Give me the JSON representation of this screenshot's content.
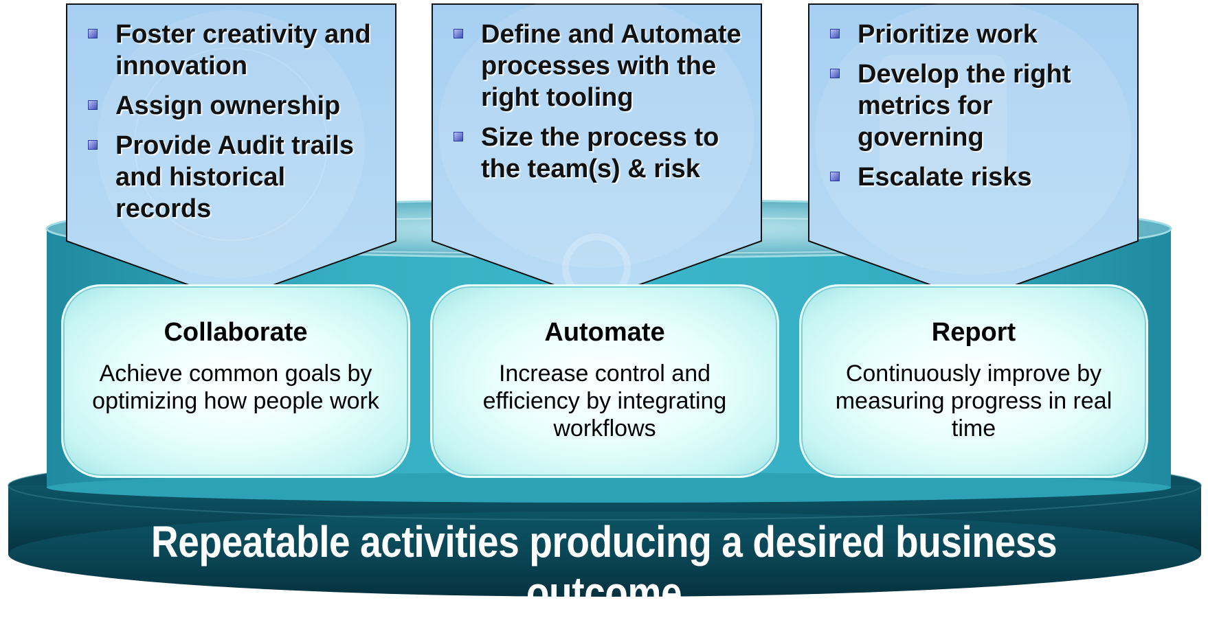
{
  "arrows": [
    {
      "items": [
        "Foster creativity and innovation",
        "Assign ownership",
        "Provide Audit trails and historical records"
      ]
    },
    {
      "items": [
        "Define and Automate processes with the right tooling",
        "Size the process to the team(s) & risk"
      ]
    },
    {
      "items": [
        "Prioritize work",
        "Develop the right metrics for governing",
        "Escalate risks"
      ]
    }
  ],
  "pillars": [
    {
      "title": "Collaborate",
      "description": "Achieve common goals by optimizing how people work"
    },
    {
      "title": "Automate",
      "description": "Increase control and efficiency by integrating workflows"
    },
    {
      "title": "Report",
      "description": "Continuously improve by measuring progress in real time"
    }
  ],
  "base": {
    "text": "Repeatable activities producing a desired business outcome"
  },
  "colors": {
    "base_dark": "#083f4f",
    "drum_teal": "#2a9fb4",
    "arrow_fill": "#a9d2f2",
    "pill_fill": "#dffbf9"
  }
}
